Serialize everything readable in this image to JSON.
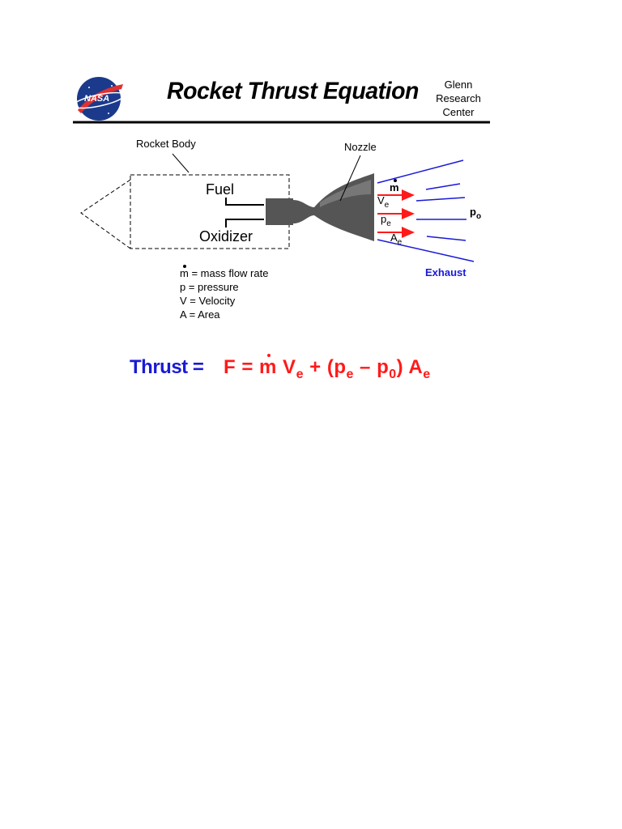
{
  "header": {
    "title": "Rocket Thrust Equation",
    "center_line1": "Glenn",
    "center_line2": "Research",
    "center_line3": "Center",
    "logo_text": "NASA"
  },
  "diagram": {
    "rocket_body_label": "Rocket Body",
    "nozzle_label": "Nozzle",
    "fuel_label": "Fuel",
    "oxidizer_label": "Oxidizer",
    "exhaust_label": "Exhaust",
    "symbols": {
      "m": "m",
      "v": "V",
      "v_sub": "e",
      "p": "p",
      "p_sub": "e",
      "a": "A",
      "a_sub": "e",
      "po": "p",
      "po_sub": "o"
    }
  },
  "legend": [
    {
      "symbol": "m",
      "text": " = mass flow rate"
    },
    {
      "symbol": "p",
      "text": " = pressure"
    },
    {
      "symbol": "V",
      "text": " = Velocity"
    },
    {
      "symbol": "A",
      "text": " = Area"
    }
  ],
  "equation": {
    "label": "Thrust =",
    "f": "F",
    "eq": " = ",
    "m": "m",
    "v": " V",
    "v_sub": "e",
    "plus": "  + (p",
    "pe_sub": "e",
    "minus": " – p",
    "p0_sub": "0",
    "close": ")  A",
    "a_sub": "e"
  },
  "colors": {
    "blue": "#1a1ad6",
    "red": "#ff1a1a",
    "nozzle": "#555555"
  }
}
